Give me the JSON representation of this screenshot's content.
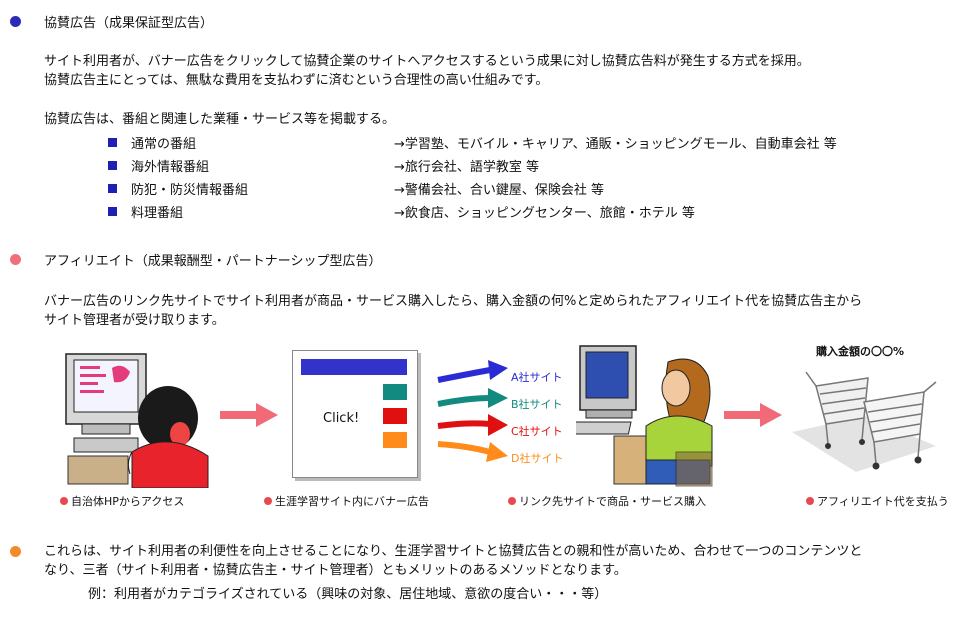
{
  "section1": {
    "heading": "協賛広告（成果保証型広告）",
    "para_lines": [
      "サイト利用者が、バナー広告をクリックして協賛企業のサイトへアクセスするという成果に対し協賛広告料が発生する方式を採用。",
      "協賛広告主にとっては、無駄な費用を支払わずに済むという合理性の高い仕組みです。"
    ],
    "list_intro": "協賛広告は、番組と関連した業種・サービス等を掲載する。",
    "list": [
      {
        "label": "通常の番組",
        "value": "→学習塾、モバイル・キャリア、通販・ショッピングモール、自動車会社 等"
      },
      {
        "label": "海外情報番組",
        "value": "→旅行会社、語学教室 等"
      },
      {
        "label": "防犯・防災情報番組",
        "value": "→警備会社、合い鍵屋、保険会社 等"
      },
      {
        "label": "料理番組",
        "value": "→飲食店、ショッピングセンター、旅館・ホテル 等"
      }
    ]
  },
  "section2": {
    "heading": "アフィリエイト（成果報酬型・パートナーシップ型広告）",
    "para_lines": [
      "バナー広告のリンク先サイトでサイト利用者が商品・サービス購入したら、購入金額の何%と定められたアフィリエイト代を協賛広告主から",
      "サイト管理者が受け取ります。"
    ]
  },
  "diagram": {
    "click_label": "Click!",
    "sites": [
      "A社サイト",
      "B社サイト",
      "C社サイト",
      "D社サイト"
    ],
    "purchase_label": "購入金額の〇〇%",
    "captions": [
      "自治体HPからアクセス",
      "生涯学習サイト内にバナー広告",
      "リンク先サイトで商品・サービス購入",
      "アフィリエイト代を支払う"
    ]
  },
  "section3": {
    "para_lines": [
      "これらは、サイト利用者の利便性を向上させることになり、生涯学習サイトと協賛広告との親和性が高いため、合わせて一つのコンテンツと",
      "なり、三者（サイト利用者・協賛広告主・サイト管理者）ともメリットのあるメソッドとなります。"
    ],
    "example": "例：利用者がカテゴライズされている（興味の対象、居住地域、意欲の度合い・・・等）"
  },
  "colors": {
    "blue_bullet": "#2b2bb8",
    "pink_bullet": "#f0707a",
    "orange_bullet": "#f28c28",
    "arrow_pink": "#f06a78",
    "site_a": "#2b2bd6",
    "site_b": "#138a80",
    "site_c": "#e01010",
    "site_d": "#ff8c1a"
  }
}
